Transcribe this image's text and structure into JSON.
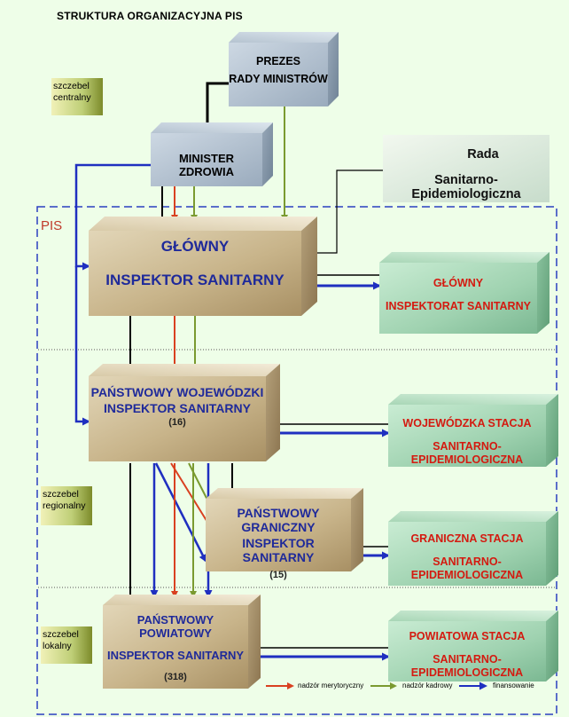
{
  "title": "STRUKTURA  ORGANIZACYJNA PIS",
  "pis_label": "PIS",
  "levels": {
    "central": [
      "szczebel",
      "centralny"
    ],
    "regional": [
      "szczebel",
      "regionalny"
    ],
    "local": [
      "szczebel",
      "lokalny"
    ]
  },
  "nodes": {
    "prezes": [
      "PREZES",
      "RADY MINISTRÓW"
    ],
    "minister": [
      "MINISTER ZDROWIA"
    ],
    "rada": [
      "Rada",
      "Sanitarno-Epidemiologiczna"
    ],
    "gis": [
      "GŁÓWNY",
      "INSPEKTOR  SANITARNY"
    ],
    "gis_inspektorat": [
      "GŁÓWNY",
      "INSPEKTORAT SANITARNY"
    ],
    "pwis": [
      "PAŃSTWOWY WOJEWÓDZKI",
      "INSPEKTOR SANITARNY",
      "(16)"
    ],
    "wsse": [
      "WOJEWÓDZKA STACJA",
      "SANITARNO-EPIDEMIOLOGICZNA"
    ],
    "pgis": [
      "PAŃSTWOWY GRANICZNY",
      "INSPEKTOR SANITARNY",
      "(15)"
    ],
    "gsse": [
      "GRANICZNA STACJA",
      "SANITARNO-EPIDEMIOLOGICZNA"
    ],
    "ppis": [
      "PAŃSTWOWY POWIATOWY",
      "INSPEKTOR SANITARNY",
      "(318)"
    ],
    "psse": [
      "POWIATOWA  STACJA",
      "SANITARNO-EPIDEMIOLOGICZNA"
    ]
  },
  "legend": {
    "merit": "nadzór merytoryczny",
    "staff": "nadzór kadrowy",
    "finance": "finansowanie"
  },
  "colors": {
    "merit": "#d94020",
    "staff": "#7a9a30",
    "finance": "#1f2fc0",
    "black": "#000000",
    "tan_box": "#d2c3a0",
    "green_box": "#a8d8bb",
    "grey_box": "#b4c4d4",
    "dark_blue_text": "#1f2a9a",
    "red_text": "#d41a10"
  }
}
